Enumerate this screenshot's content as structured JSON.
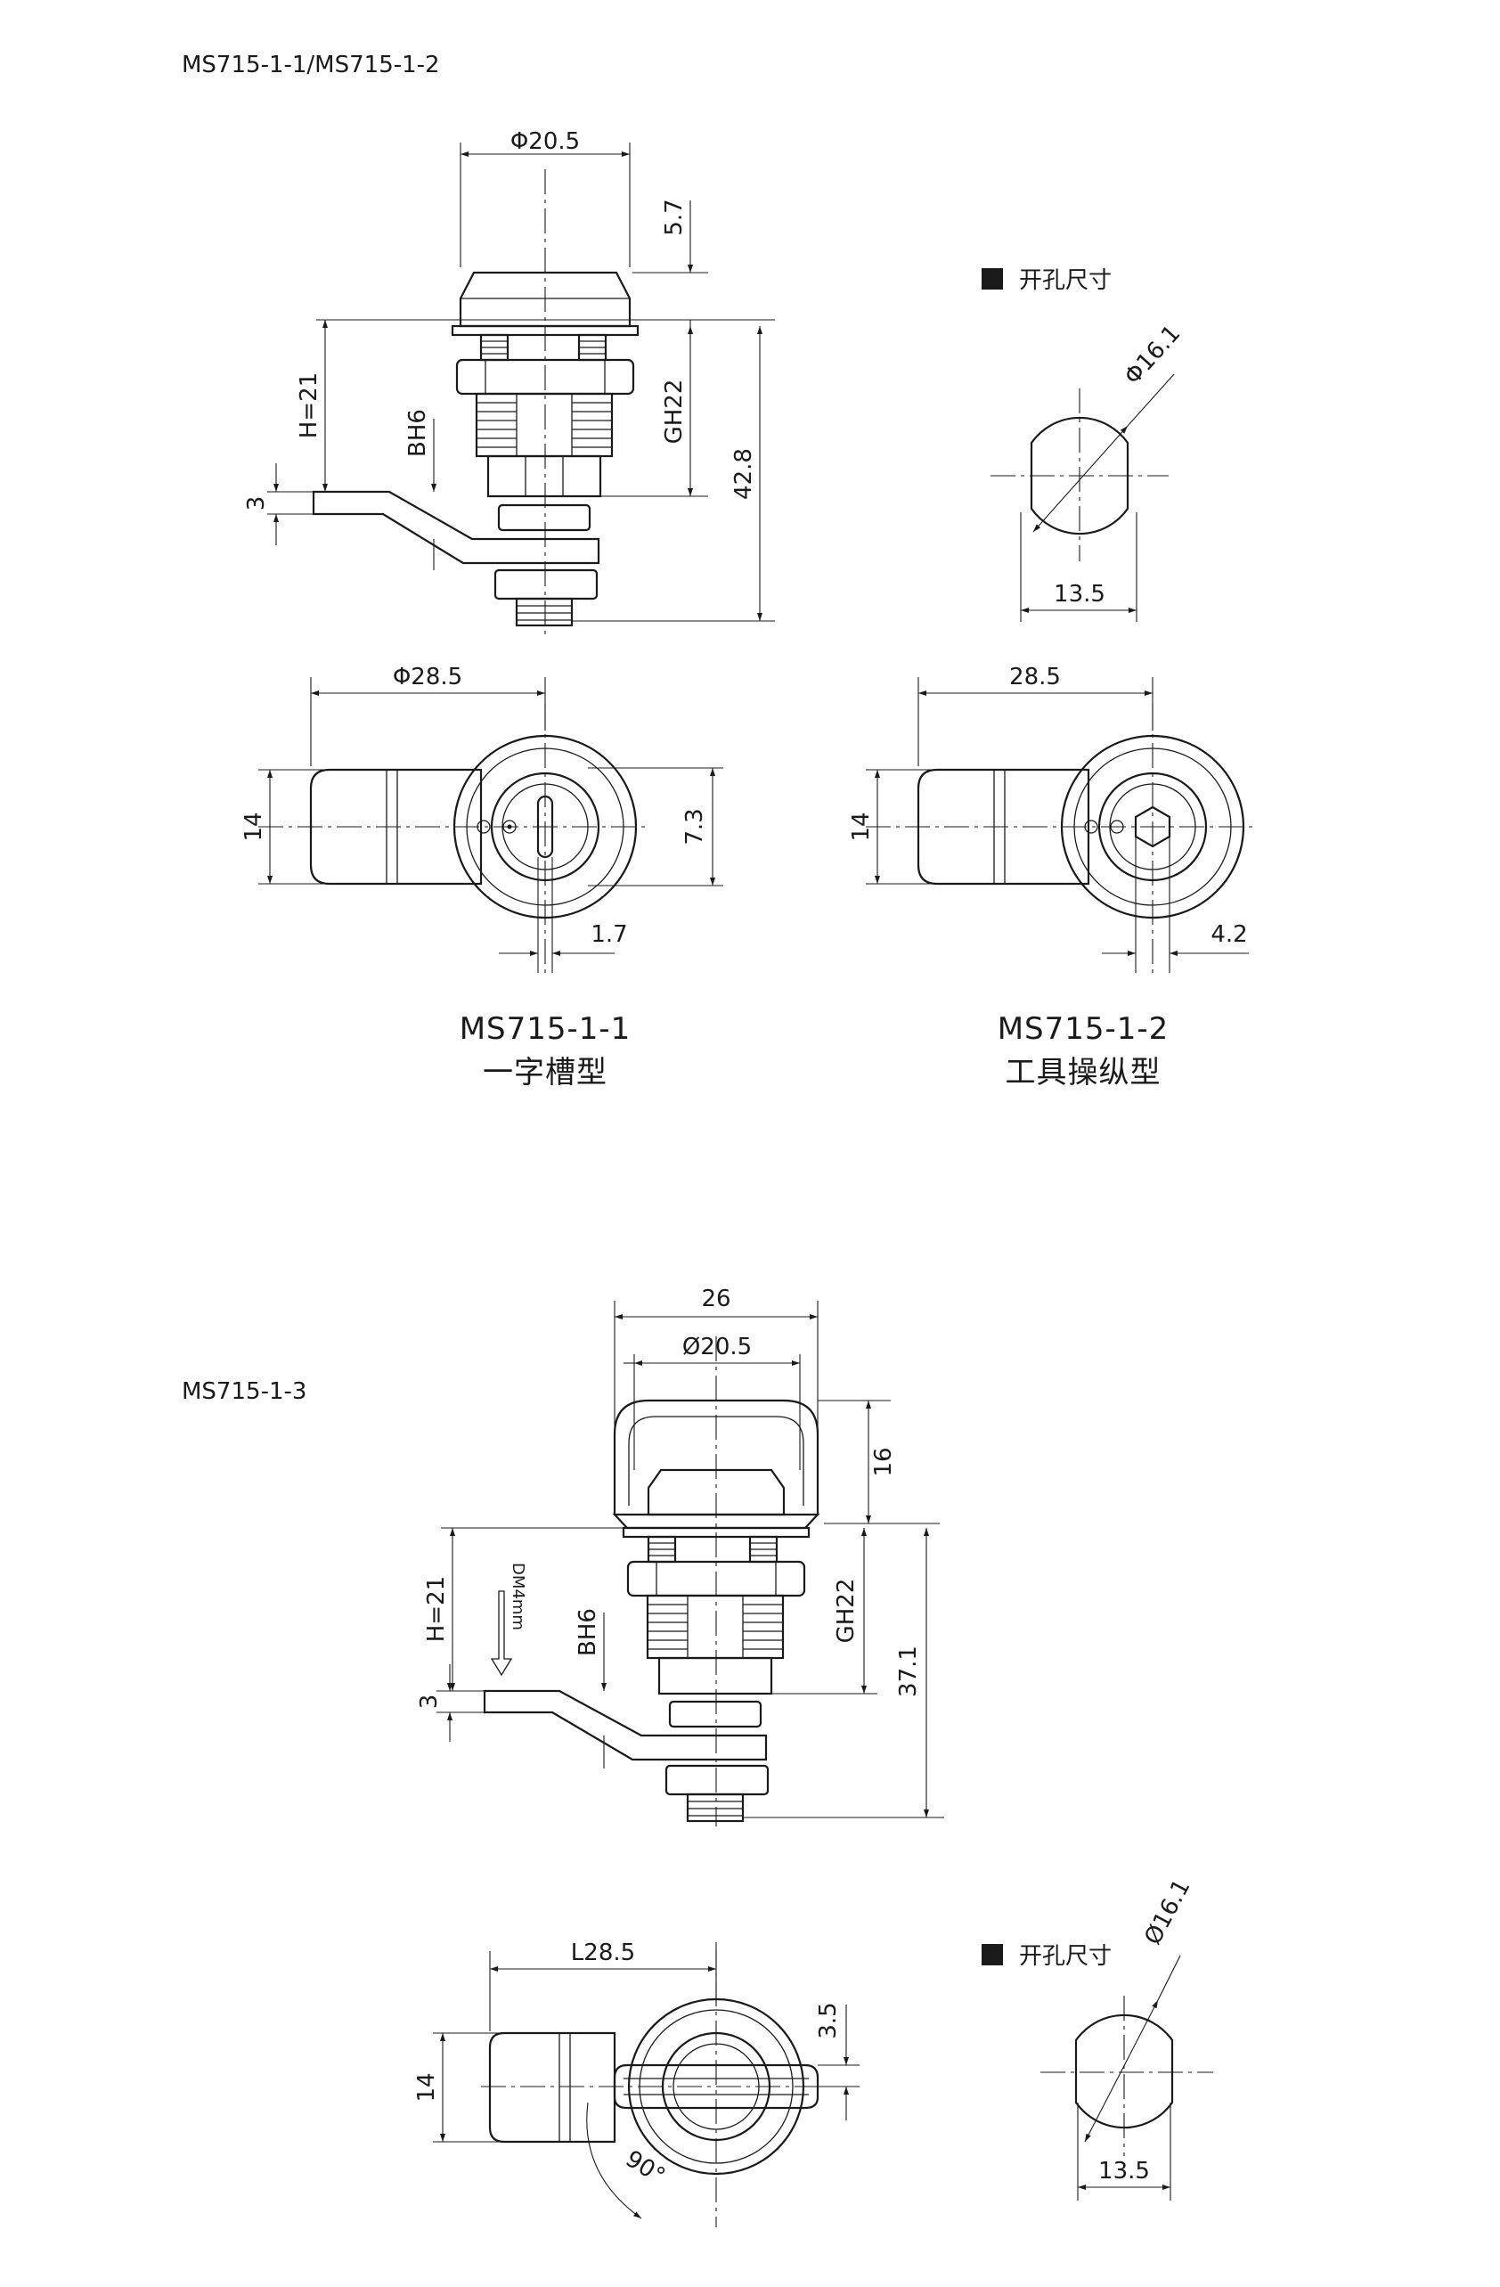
{
  "header": {
    "models_top": "MS715-1-1/MS715-1-2",
    "models_bottom": "MS715-1-3"
  },
  "hole_label": "开孔尺寸",
  "top_side": {
    "dia_head": "Φ20.5",
    "head_h": "5.7",
    "h": "H=21",
    "bh": "BH6",
    "cam_t": "3",
    "gh": "GH22",
    "total": "42.8"
  },
  "top_cutout": {
    "dia": "Φ16.1",
    "flat": "13.5"
  },
  "top_view_1": {
    "dia": "Φ28.5",
    "width": "14",
    "inner": "7.3",
    "slot": "1.7"
  },
  "top_view_2": {
    "length": "28.5",
    "width": "14",
    "hex": "4.2"
  },
  "captions": [
    {
      "code": "MS715-1-1",
      "type": "一字槽型"
    },
    {
      "code": "MS715-1-2",
      "type": "工具操纵型"
    }
  ],
  "bottom_side": {
    "width": "26",
    "dia": "Ø20.5",
    "handle_h": "16",
    "h": "H=21",
    "dm": "DM4mm",
    "bh": "BH6",
    "gh": "GH22",
    "total": "37.1",
    "cam_t": "3"
  },
  "bottom_view": {
    "length": "L28.5",
    "width": "14",
    "handle_off": "3.5",
    "angle": "90°"
  },
  "bottom_cutout": {
    "dia": "Ø16.1",
    "flat": "13.5"
  }
}
